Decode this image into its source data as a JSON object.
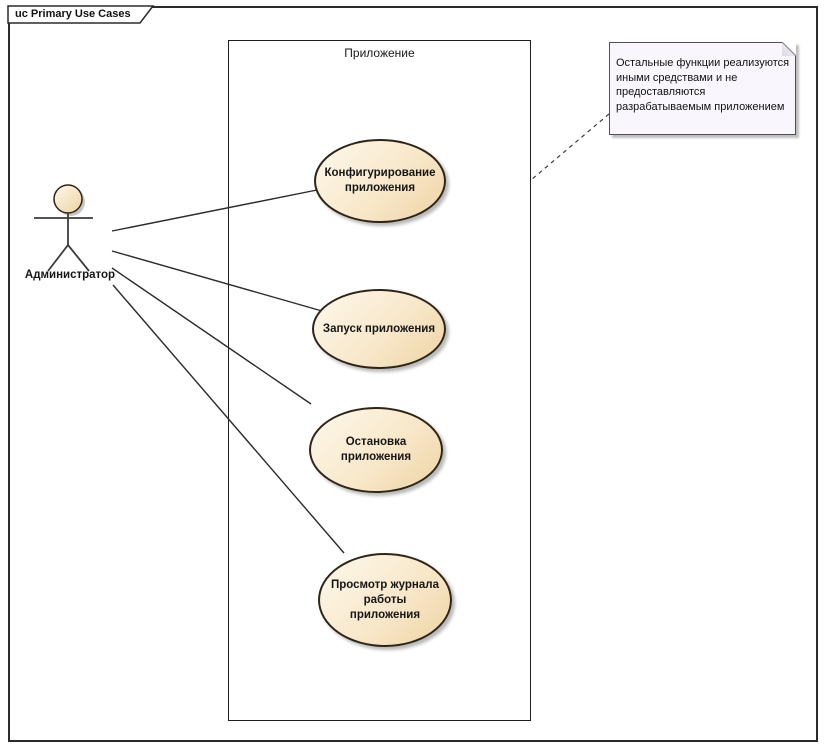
{
  "frame": {
    "tab_label": "uc Primary Use Cases"
  },
  "system_boundary": {
    "label": "Приложение"
  },
  "actor": {
    "label": "Администратор"
  },
  "use_cases": [
    {
      "label": "Конфигурирование приложения"
    },
    {
      "label": "Запуск приложения"
    },
    {
      "label": "Остановка приложения"
    },
    {
      "label": "Просмотр журнала работы приложения"
    }
  ],
  "note": {
    "text": "Остальные функции реализуются иными средствами и не предоставляются разрабатываемым приложением"
  },
  "colors": {
    "background": "#ffffff",
    "shape_fill_light": "#fdf8ec",
    "shape_fill_dark": "#eed3a3",
    "shape_border": "#2e2517",
    "note_fill": "#f9f7fd",
    "line": "#2b2b2b",
    "shadow": "#bfbfbf"
  }
}
